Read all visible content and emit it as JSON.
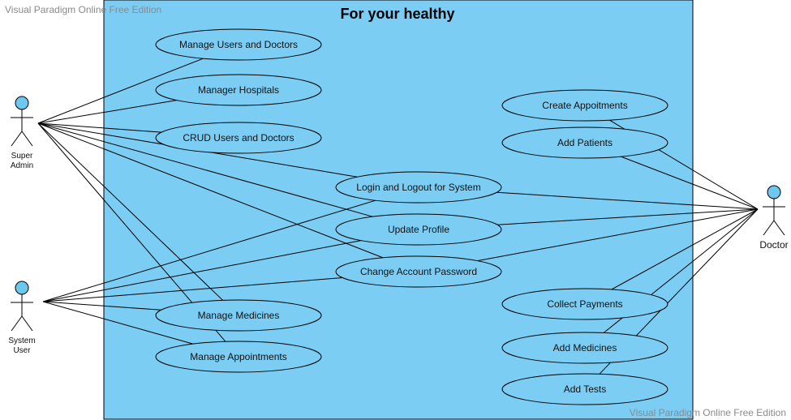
{
  "watermark_top": "Visual Paradigm Online Free Edition",
  "watermark_bottom": "Visual Paradigm Online Free Edition",
  "system": {
    "title": "For your healthy",
    "fill_color": "#7ccdf4"
  },
  "actors": {
    "super_admin": {
      "line1": "Super",
      "line2": "Admin"
    },
    "system_user": {
      "line1": "System",
      "line2": "User"
    },
    "doctor": {
      "label": "Doctor"
    }
  },
  "use_cases": {
    "manage_users_doctors": "Manage Users and Doctors",
    "manager_hospitals": "Manager Hospitals",
    "crud_users_doctors": "CRUD Users and Doctors",
    "login_logout": "Login and Logout for System",
    "update_profile": "Update Profile",
    "change_password": "Change Account Password",
    "manage_medicines": "Manage Medicines",
    "manage_appointments": "Manage Appointments",
    "create_appointments": "Create Appoitments",
    "add_patients": "Add Patients",
    "collect_payments": "Collect Payments",
    "add_medicines": "Add Medicines",
    "add_tests": "Add Tests"
  },
  "associations": [
    [
      "super_admin",
      "manage_users_doctors"
    ],
    [
      "super_admin",
      "manager_hospitals"
    ],
    [
      "super_admin",
      "crud_users_doctors"
    ],
    [
      "super_admin",
      "login_logout"
    ],
    [
      "super_admin",
      "update_profile"
    ],
    [
      "super_admin",
      "change_password"
    ],
    [
      "super_admin",
      "manage_medicines"
    ],
    [
      "super_admin",
      "manage_appointments"
    ],
    [
      "system_user",
      "login_logout"
    ],
    [
      "system_user",
      "update_profile"
    ],
    [
      "system_user",
      "change_password"
    ],
    [
      "system_user",
      "manage_medicines"
    ],
    [
      "system_user",
      "manage_appointments"
    ],
    [
      "doctor",
      "create_appointments"
    ],
    [
      "doctor",
      "add_patients"
    ],
    [
      "doctor",
      "login_logout"
    ],
    [
      "doctor",
      "update_profile"
    ],
    [
      "doctor",
      "change_password"
    ],
    [
      "doctor",
      "collect_payments"
    ],
    [
      "doctor",
      "add_medicines"
    ],
    [
      "doctor",
      "add_tests"
    ]
  ]
}
